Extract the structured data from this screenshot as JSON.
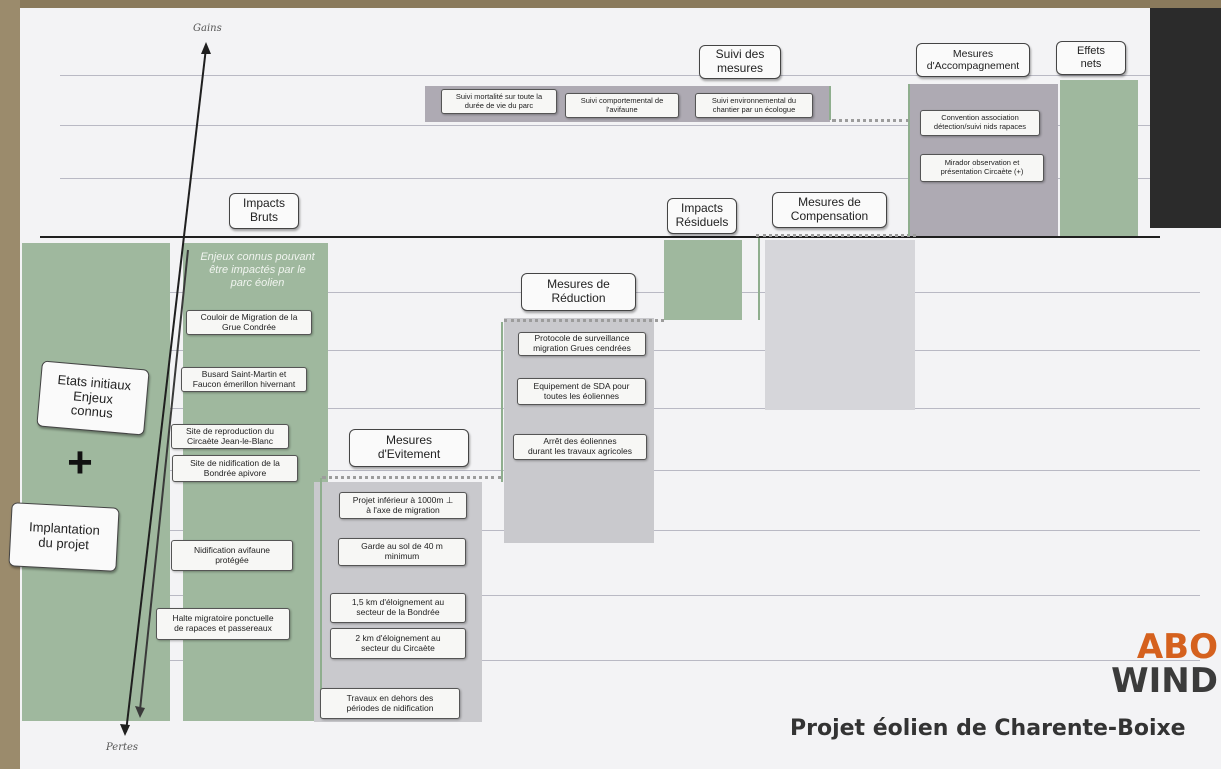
{
  "axis": {
    "top_label": "Gains",
    "bottom_label": "Pertes"
  },
  "headers": {
    "impacts_bruts": "Impacts\nBruts",
    "mesures_evitement": "Mesures\nd'Evitement",
    "mesures_reduction": "Mesures de\nRéduction",
    "impacts_residuels": "Impacts\nRésiduels",
    "mesures_compensation": "Mesures de\nCompensation",
    "suivi_mesures": "Suivi des\nmesures",
    "mesures_accompagnement": "Mesures\nd'Accompagnement",
    "effets_nets": "Effets\nnets"
  },
  "left_column": {
    "etats_initiaux": "Etats initiaux\nEnjeux\nconnus",
    "plus": "+",
    "implantation": "Implantation\ndu projet"
  },
  "enjeux_note": "Enjeux connus pouvant\nêtre impactés par le\nparc éolien",
  "enjeux_cards": [
    "Couloir de Migration de la\nGrue Condrée",
    "Busard Saint-Martin  et\nFaucon émerillon hivernant",
    "Site de reproduction du\nCircaète Jean-le-Blanc",
    "Site de nidification de la\nBondrée apivore",
    "Nidification avifaune\nprotégée",
    "Halte migratoire ponctuelle\nde rapaces et passereaux"
  ],
  "evitement_cards": [
    "Projet inférieur à 1000m ⊥\nà l'axe de migration",
    "Garde au sol de 40 m\nminimum",
    "1,5 km d'éloignement au\nsecteur de la Bondrée",
    "2 km d'éloignement au\nsecteur du Circaète",
    "Travaux en dehors des\npériodes de nidification"
  ],
  "reduction_cards": [
    "Protocole de surveillance\nmigration Grues cendrées",
    "Equipement de SDA pour\ntoutes les éoliennes",
    "Arrêt des éoliennes\ndurant les travaux agricoles"
  ],
  "suivi_cards": [
    "Suivi mortalité sur toute la\ndurée de vie du parc",
    "Suivi comportemental de\nl'avifaune",
    "Suivi environnemental du\nchantier par un écologue"
  ],
  "accompagnement_cards": [
    "Convention association\ndétection/suivi nids rapaces",
    "Mirador observation et\nprésentation Circaète (+)"
  ],
  "brand": {
    "line1": "ABO",
    "line2": "WIND",
    "color": "#d5611e"
  },
  "footer_title": "Projet éolien de Charente-Boixe",
  "colors": {
    "green_band": "#9fb89e",
    "grey_band": "#c9c9cd",
    "axis": "#1f1f1f"
  }
}
